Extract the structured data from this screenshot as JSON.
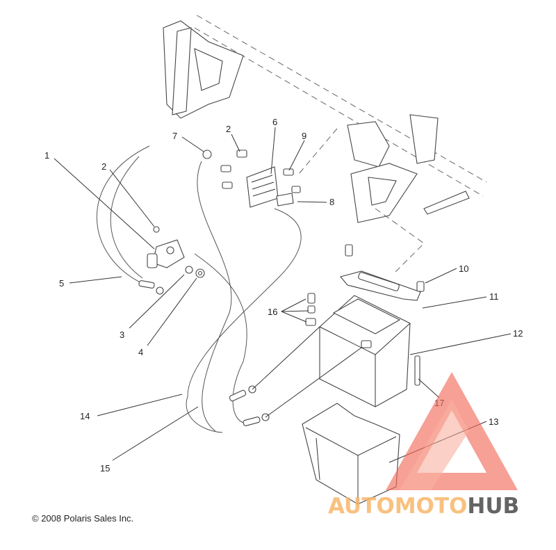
{
  "callouts": [
    {
      "id": "1",
      "label": "1"
    },
    {
      "id": "2a",
      "label": "2"
    },
    {
      "id": "2b",
      "label": "2"
    },
    {
      "id": "3",
      "label": "3"
    },
    {
      "id": "4",
      "label": "4"
    },
    {
      "id": "5",
      "label": "5"
    },
    {
      "id": "6",
      "label": "6"
    },
    {
      "id": "7",
      "label": "7"
    },
    {
      "id": "8",
      "label": "8"
    },
    {
      "id": "9",
      "label": "9"
    },
    {
      "id": "10",
      "label": "10"
    },
    {
      "id": "11",
      "label": "11"
    },
    {
      "id": "12",
      "label": "12"
    },
    {
      "id": "13",
      "label": "13"
    },
    {
      "id": "14",
      "label": "14"
    },
    {
      "id": "15",
      "label": "15"
    },
    {
      "id": "16",
      "label": "16"
    },
    {
      "id": "17",
      "label": "17"
    }
  ],
  "copyright": "© 2008 Polaris Sales Inc.",
  "watermark": {
    "part1": "AUTOMOTO",
    "part2": "HUB",
    "color_primary": "#f26b5b",
    "color_secondary": "#f7b76a",
    "color_dark": "#4a4a4a"
  }
}
